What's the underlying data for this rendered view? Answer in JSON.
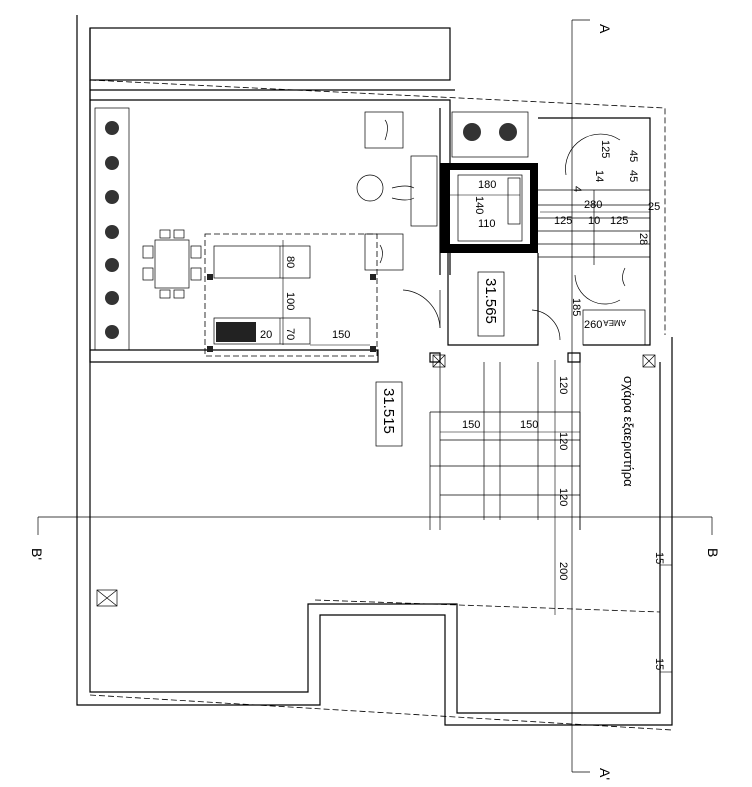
{
  "section_labels": {
    "a_top": "A",
    "a_bottom": "A'",
    "b_right": "B",
    "b_left": "B'"
  },
  "levels": {
    "stair_core": "31.565",
    "roof_terrace": "31.515"
  },
  "labels": {
    "outdoor_space": "σχάρα εξαεριστήρα",
    "accessible_wc": "ΑΜΕΑ"
  },
  "dimensions": {
    "elevator_w": "180",
    "elevator_d": "140",
    "elevator_door": "110",
    "bed_w": "80",
    "bed_gap": "100",
    "bed_w2": "70",
    "sink_w": "20",
    "door_w": "150",
    "stair_w": "280",
    "stair_sub_a": "125",
    "stair_sub_b": "10",
    "stair_sub_c": "125",
    "stair_right": "25",
    "stair_tread": "28",
    "stair_r1": "125",
    "stair_r2": "14",
    "stair_r3": "45",
    "stair_r4": "45",
    "stair_r5": "4",
    "ramp_len": "185",
    "amea_w": "260",
    "ramp_w1": "150",
    "ramp_w2": "150",
    "ramp_seg1": "120",
    "ramp_seg2": "120",
    "ramp_seg3": "120",
    "clear_height": "200",
    "edge_a": "15",
    "edge_b": "15"
  }
}
